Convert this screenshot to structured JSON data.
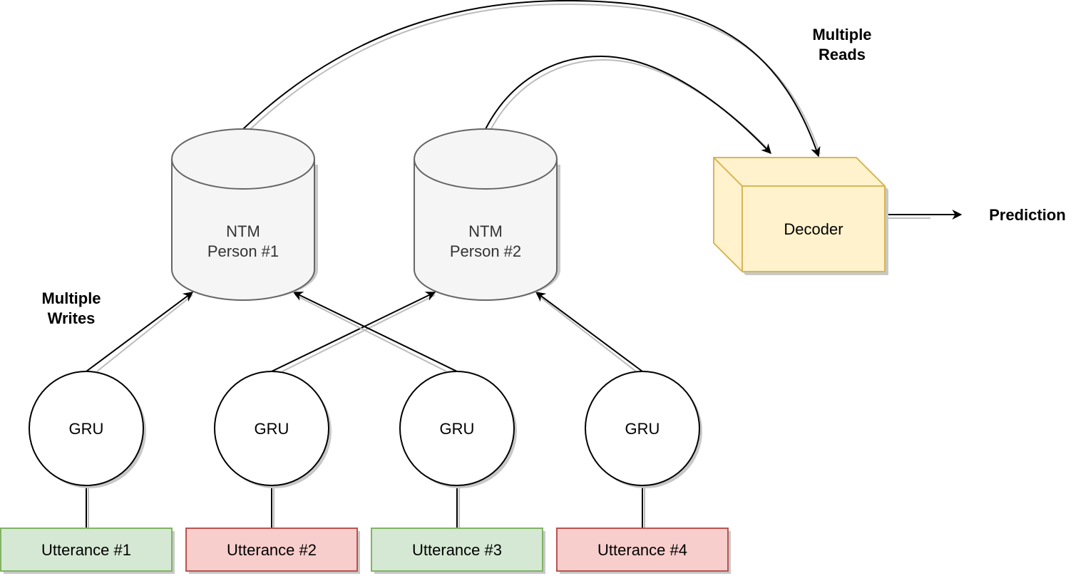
{
  "labels": {
    "multiple_reads": [
      "Multiple",
      "Reads"
    ],
    "multiple_writes": [
      "Multiple",
      "Writes"
    ],
    "prediction": "Prediction"
  },
  "memories": [
    {
      "line1": "NTM",
      "line2": "Person #1"
    },
    {
      "line1": "NTM",
      "line2": "Person #2"
    }
  ],
  "decoder": {
    "label": "Decoder"
  },
  "grus": [
    "GRU",
    "GRU",
    "GRU",
    "GRU"
  ],
  "utterances": [
    {
      "label": "Utterance #1",
      "speaker": 1
    },
    {
      "label": "Utterance #2",
      "speaker": 2
    },
    {
      "label": "Utterance #3",
      "speaker": 1
    },
    {
      "label": "Utterance #4",
      "speaker": 2
    }
  ],
  "colors": {
    "speaker1_fill": "#d5e8d4",
    "speaker1_stroke": "#82b366",
    "speaker2_fill": "#f8cecc",
    "speaker2_stroke": "#b85450",
    "memory_fill": "#f5f5f5",
    "memory_stroke": "#666666",
    "decoder_fill": "#fff2cc",
    "decoder_stroke": "#d6b656"
  }
}
